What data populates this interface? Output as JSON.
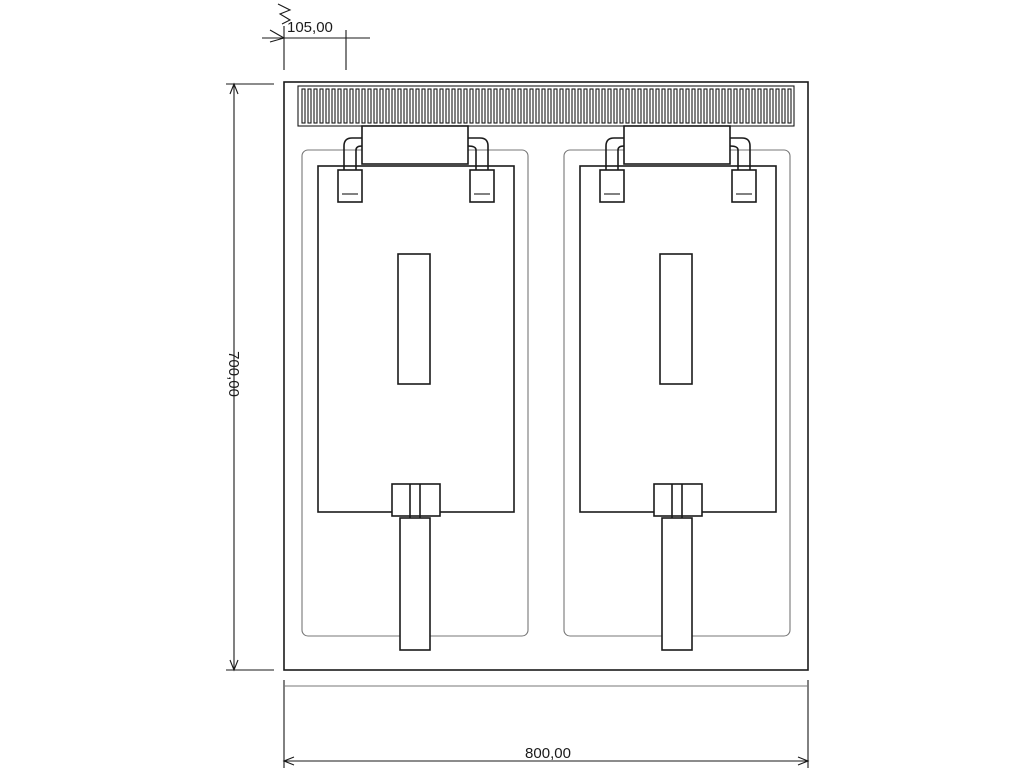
{
  "drawing": {
    "dimensions": {
      "top_offset": "105,00",
      "height": "700,00",
      "width": "800,00"
    },
    "units": 2,
    "line_color": "#1a1a1a",
    "background": "#ffffff"
  }
}
